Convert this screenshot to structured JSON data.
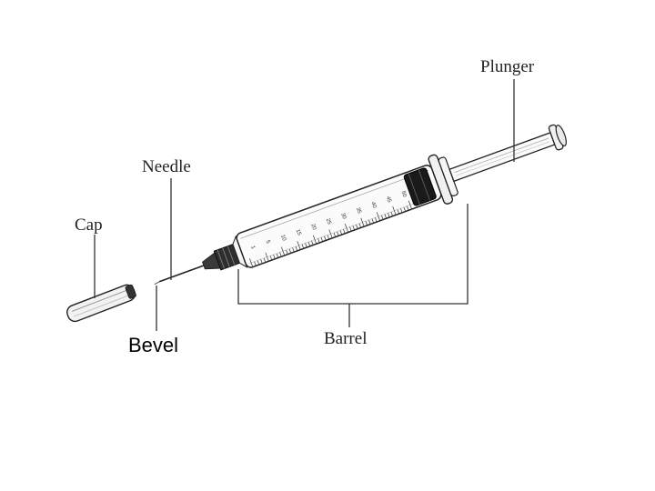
{
  "labels": {
    "plunger": "Plunger",
    "needle": "Needle",
    "cap": "Cap",
    "bevel": "Bevel",
    "barrel": "Barrel"
  },
  "barrel_scale": [
    "1",
    "5",
    "10",
    "15",
    "20",
    "25",
    "30",
    "35",
    "40",
    "45",
    "50"
  ],
  "colors": {
    "ink": "#222222",
    "plunger_seal": "#1a1a1a",
    "hub": "#3a3a3a"
  }
}
